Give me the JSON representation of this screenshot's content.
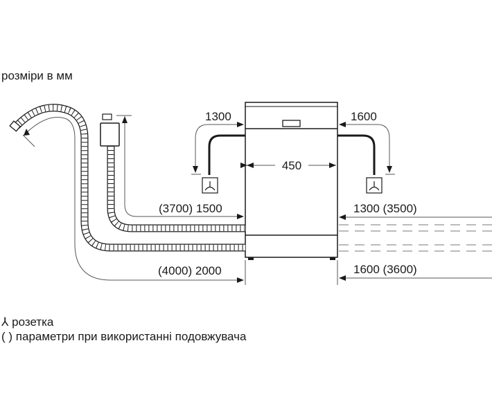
{
  "diagram": {
    "units_note": "розміри в мм",
    "dimensions": {
      "width": "450",
      "left_top": "1300",
      "right_top": "1600",
      "left_inlet_hose": "(3700) 1500",
      "left_drain_hose": "(4000) 2000",
      "right_inlet": "1300 (3500)",
      "right_drain": "1600 (3600)"
    },
    "legend": {
      "socket_symbol": "⅄",
      "socket_label": "розетка",
      "extension_symbol": "( )",
      "extension_label": "параметри при використанні подовжувача"
    },
    "colors": {
      "line": "#1a1a1a",
      "thin_line": "#555555",
      "dashed": "#777777",
      "background": "#ffffff"
    }
  }
}
